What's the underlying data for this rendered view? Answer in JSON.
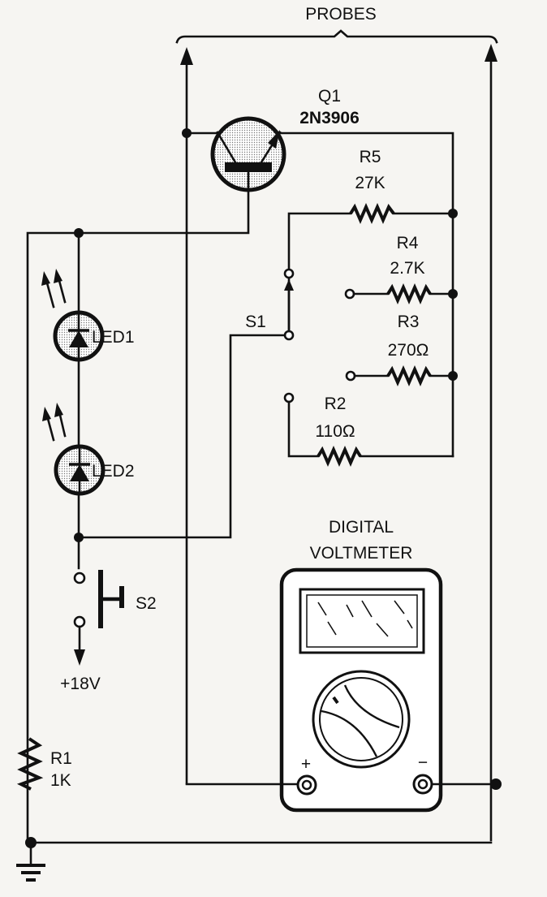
{
  "diagram": {
    "title": "Transistor gain tester schematic with digital voltmeter",
    "probes_label": "PROBES",
    "transistor": {
      "ref": "Q1",
      "part": "2N3906"
    },
    "resistors": [
      {
        "ref": "R5",
        "value": "27K"
      },
      {
        "ref": "R4",
        "value": "2.7K"
      },
      {
        "ref": "R3",
        "value": "270Ω"
      },
      {
        "ref": "R2",
        "value": "110Ω"
      },
      {
        "ref": "R1",
        "value": "1K"
      }
    ],
    "switches": [
      {
        "ref": "S1",
        "type": "rotary selector"
      },
      {
        "ref": "S2",
        "type": "pushbutton"
      }
    ],
    "leds": [
      {
        "ref": "LED1"
      },
      {
        "ref": "LED2"
      }
    ],
    "supply": "+18V",
    "meter": {
      "label_line1": "DIGITAL",
      "label_line2": "VOLTMETER",
      "plus": "+",
      "minus": "−"
    },
    "colors": {
      "ink": "#111111",
      "paper": "#f6f5f2"
    }
  }
}
